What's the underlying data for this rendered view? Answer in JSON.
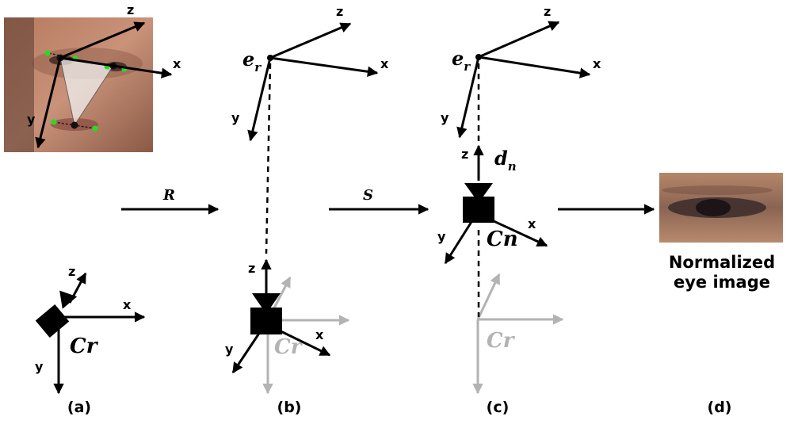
{
  "axes": {
    "x": "x",
    "y": "y",
    "z": "z"
  },
  "labels": {
    "cr": "Cr",
    "cn": "Cn",
    "er_main": "e",
    "er_sub": "r",
    "dn_main": "d",
    "dn_sub": "n",
    "rotation": "R",
    "scaling": "S",
    "normalized_line1": "Normalized",
    "normalized_line2": "eye image"
  },
  "panels": {
    "a": "(a)",
    "b": "(b)",
    "c": "(c)",
    "d": "(d)"
  },
  "colors": {
    "foreground": "#000000",
    "ghost": "#b3b3b3",
    "landmark": "#22dd22"
  }
}
